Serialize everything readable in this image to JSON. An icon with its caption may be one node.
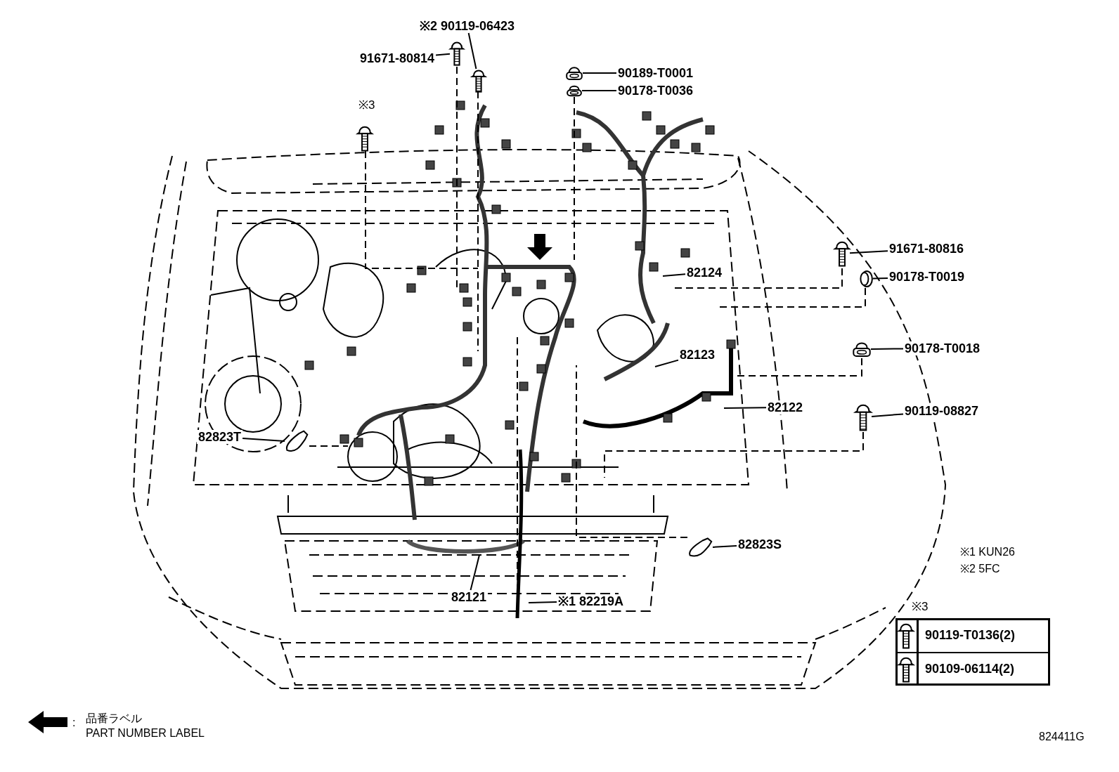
{
  "diagram": {
    "nodes": [
      {
        "text": [
          "※2 90119-06423"
        ]
      },
      {
        "text": [],
        "shape": "picture"
      },
      {
        "text": [
          "91671-80814"
        ]
      },
      {
        "text": [],
        "shape": "picture"
      },
      {
        "text": [
          "90189-T0001"
        ]
      },
      {
        "text": [],
        "shape": "picture"
      },
      {
        "text": [
          "90178-T0036"
        ]
      },
      {
        "text": [],
        "shape": "picture"
      },
      {
        "text": [
          "91671-80816"
        ]
      },
      {
        "text": [],
        "shape": "picture"
      },
      {
        "text": [
          "90178-T0019"
        ]
      },
      {
        "text": [],
        "shape": "picture"
      },
      {
        "text": [
          "90178-T0018"
        ]
      },
      {
        "text": [],
        "shape": "picture"
      },
      {
        "text": [
          "90119-08827"
        ]
      },
      {
        "text": [],
        "shape": "picture"
      },
      {
        "text": [
          "82124"
        ]
      },
      {
        "text": [
          "82123"
        ]
      },
      {
        "text": [
          "82122"
        ]
      },
      {
        "text": [
          "82823T"
        ]
      },
      {
        "text": [],
        "shape": "picture"
      },
      {
        "text": [
          "82823S"
        ]
      },
      {
        "text": [],
        "shape": "picture"
      },
      {
        "text": [
          "82121"
        ]
      },
      {
        "text": [
          "※1 82219A"
        ]
      }
    ],
    "edges": [
      {
        "from": 0,
        "to": 1,
        "arrow": "none"
      },
      {
        "from": 2,
        "to": 3,
        "arrow": "none"
      },
      {
        "from": 4,
        "to": 5,
        "arrow": "none"
      },
      {
        "from": 6,
        "to": 7,
        "arrow": "none"
      },
      {
        "from": 8,
        "to": 9,
        "arrow": "none"
      },
      {
        "from": 10,
        "to": 11,
        "arrow": "none"
      },
      {
        "from": 12,
        "to": 13,
        "arrow": "none"
      },
      {
        "from": 14,
        "to": 15,
        "arrow": "none"
      },
      {
        "from": 16,
        "to": null,
        "arrow": "none"
      },
      {
        "from": 17,
        "to": null,
        "arrow": "none"
      },
      {
        "from": 18,
        "to": null,
        "arrow": "none"
      },
      {
        "from": 19,
        "to": 20,
        "arrow": "none"
      },
      {
        "from": 21,
        "to": 22,
        "arrow": "none"
      },
      {
        "from": 23,
        "to": null,
        "arrow": "none"
      },
      {
        "from": 24,
        "to": null,
        "arrow": "none"
      }
    ],
    "labels": [
      "※3",
      "※1 KUN26",
      "※2 5FC",
      "※3",
      "90119-T0136(2)",
      "90109-06114(2)",
      ":",
      "824411G"
    ],
    "legend": [
      {
        "text": "品番ラベル PART NUMBER LABEL"
      }
    ]
  }
}
